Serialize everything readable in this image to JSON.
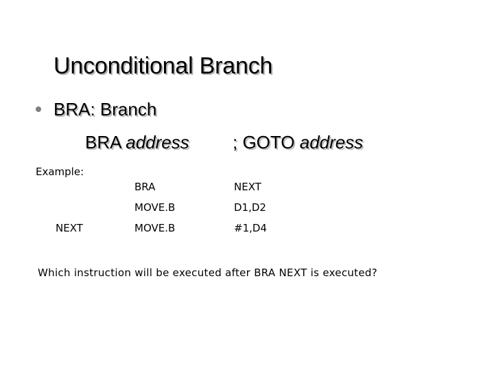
{
  "slide": {
    "title": "Unconditional Branch",
    "bullet": {
      "icon": "bullet-dot-icon",
      "text": "BRA: Branch"
    },
    "syntax": {
      "mnemonic_prefix": "BRA ",
      "mnemonic_operand": "address",
      "comment_prefix": "; GOTO ",
      "comment_operand": "address"
    },
    "example": {
      "label": "Example:",
      "columns": [
        "label",
        "mnemonic",
        "operand"
      ],
      "rows": [
        {
          "label": "",
          "mnemonic": "BRA",
          "operand": "NEXT"
        },
        {
          "label": "",
          "mnemonic": "MOVE.B",
          "operand": "D1,D2"
        },
        {
          "label": "NEXT",
          "mnemonic": "MOVE.B",
          "operand": "#1,D4"
        }
      ]
    },
    "question": "Which instruction will be executed after BRA NEXT is executed?"
  },
  "colors": {
    "background": "#ffffff",
    "text": "#000000",
    "bullet": "#7f7f7f",
    "title_shadow": "#b4b4b4"
  }
}
